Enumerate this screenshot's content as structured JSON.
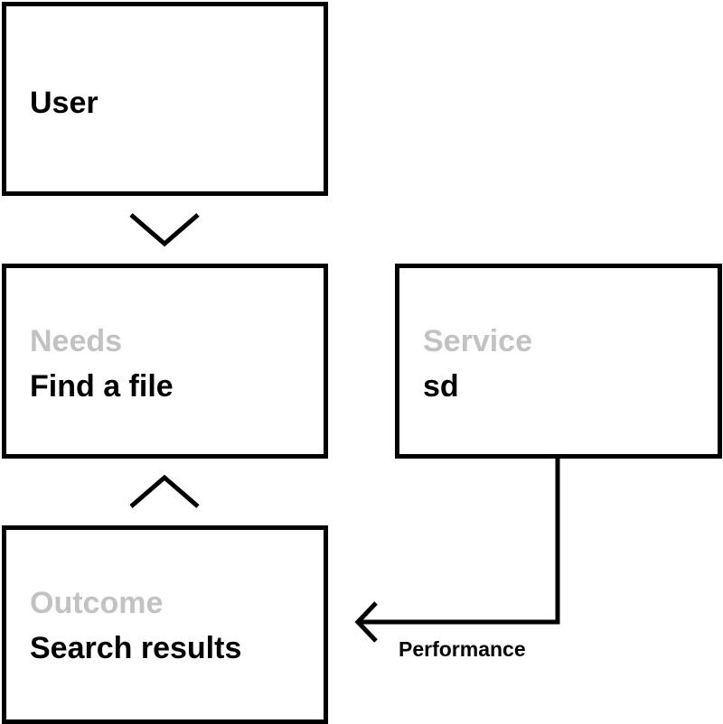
{
  "user": {
    "value": "User"
  },
  "needs": {
    "heading": "Needs",
    "value": "Find a file"
  },
  "service": {
    "heading": "Service",
    "value": "sd"
  },
  "outcome": {
    "heading": "Outcome",
    "value": "Search results"
  },
  "connection": {
    "label": "Performance"
  },
  "colors": {
    "stroke": "#000000",
    "heading_text": "#c2c2c2",
    "value_text": "#000000",
    "background": "#ffffff"
  },
  "icons": {
    "user_to_needs": "chevron-down-icon",
    "outcome_to_needs": "chevron-up-icon",
    "service_to_outcome": "arrow-left-icon"
  }
}
